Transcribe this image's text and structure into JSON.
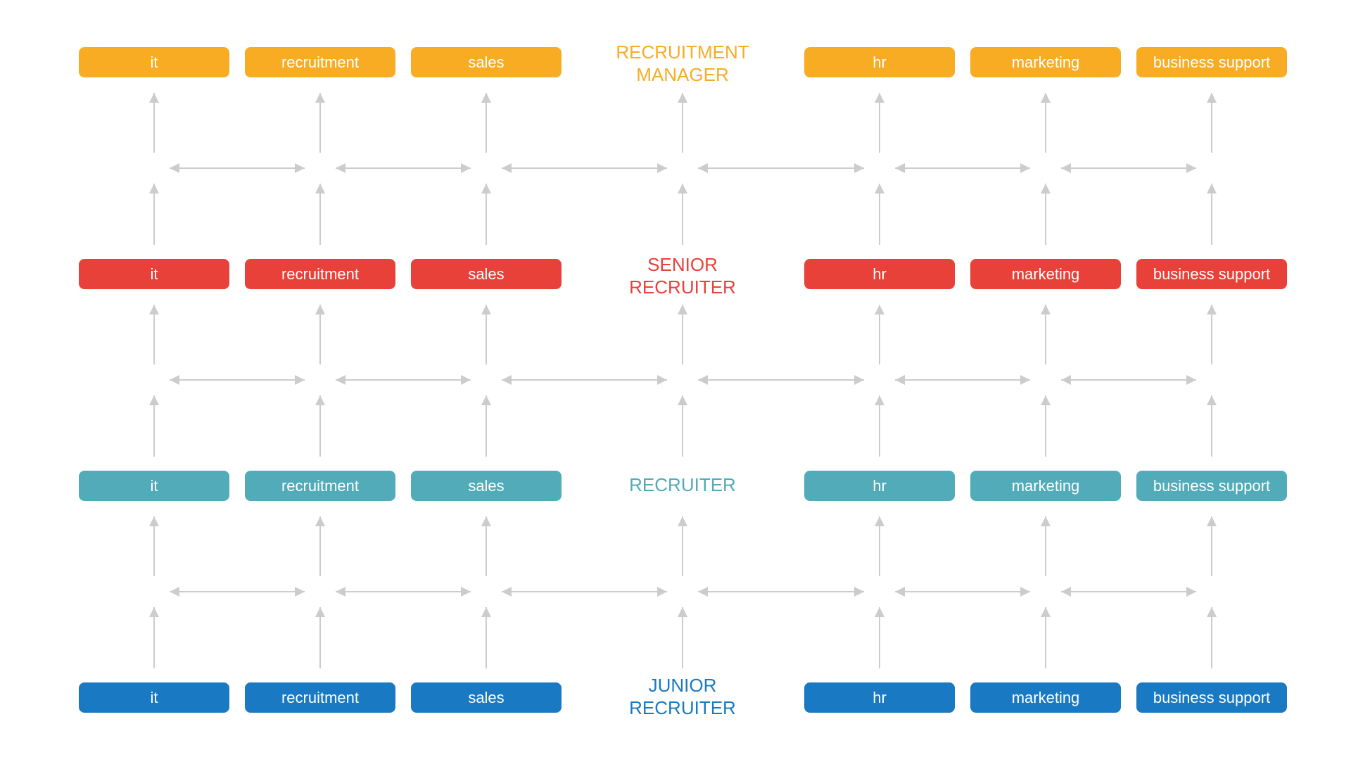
{
  "departments": [
    "it",
    "recruitment",
    "sales",
    "hr",
    "marketing",
    "business support"
  ],
  "levels": [
    {
      "key": "recruitment-manager",
      "title_lines": [
        "RECRUITMENT",
        "MANAGER"
      ],
      "color": "#F7AC24"
    },
    {
      "key": "senior-recruiter",
      "title_lines": [
        "SENIOR",
        "RECRUITER"
      ],
      "color": "#E8413A"
    },
    {
      "key": "recruiter",
      "title_lines": [
        "RECRUITER"
      ],
      "color": "#52ABB9"
    },
    {
      "key": "junior-recruiter",
      "title_lines": [
        "JUNIOR",
        "RECRUITER"
      ],
      "color": "#1979C2"
    }
  ],
  "arrow_color": "#CCCCCC"
}
